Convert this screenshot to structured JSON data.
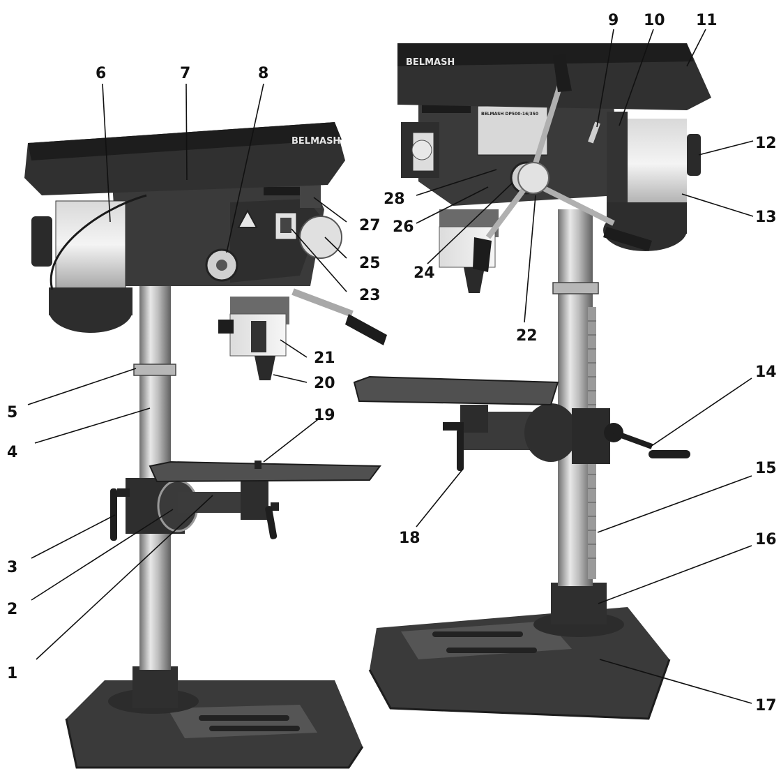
{
  "brand": {
    "logo_text": "BELMASH",
    "plate_model": "BELMASH DP500-16/350"
  },
  "callouts": [
    {
      "id": "1",
      "label": "1"
    },
    {
      "id": "2",
      "label": "2"
    },
    {
      "id": "3",
      "label": "3"
    },
    {
      "id": "4",
      "label": "4"
    },
    {
      "id": "5",
      "label": "5"
    },
    {
      "id": "6",
      "label": "6"
    },
    {
      "id": "7",
      "label": "7"
    },
    {
      "id": "8",
      "label": "8"
    },
    {
      "id": "9",
      "label": "9"
    },
    {
      "id": "10",
      "label": "10"
    },
    {
      "id": "11",
      "label": "11"
    },
    {
      "id": "12",
      "label": "12"
    },
    {
      "id": "13",
      "label": "13"
    },
    {
      "id": "14",
      "label": "14"
    },
    {
      "id": "15",
      "label": "15"
    },
    {
      "id": "16",
      "label": "16"
    },
    {
      "id": "17",
      "label": "17"
    },
    {
      "id": "18",
      "label": "18"
    },
    {
      "id": "19",
      "label": "19"
    },
    {
      "id": "20",
      "label": "20"
    },
    {
      "id": "21",
      "label": "21"
    },
    {
      "id": "22",
      "label": "22"
    },
    {
      "id": "23",
      "label": "23"
    },
    {
      "id": "24",
      "label": "24"
    },
    {
      "id": "25",
      "label": "25"
    },
    {
      "id": "26",
      "label": "26"
    },
    {
      "id": "27",
      "label": "27"
    },
    {
      "id": "28",
      "label": "28"
    }
  ],
  "colors": {
    "body_dark": "#2b2b2b",
    "body_mid": "#3d3d3d",
    "chrome": "#c9c9c9",
    "chrome_dark": "#8a8a8a",
    "ink": "#111111"
  }
}
